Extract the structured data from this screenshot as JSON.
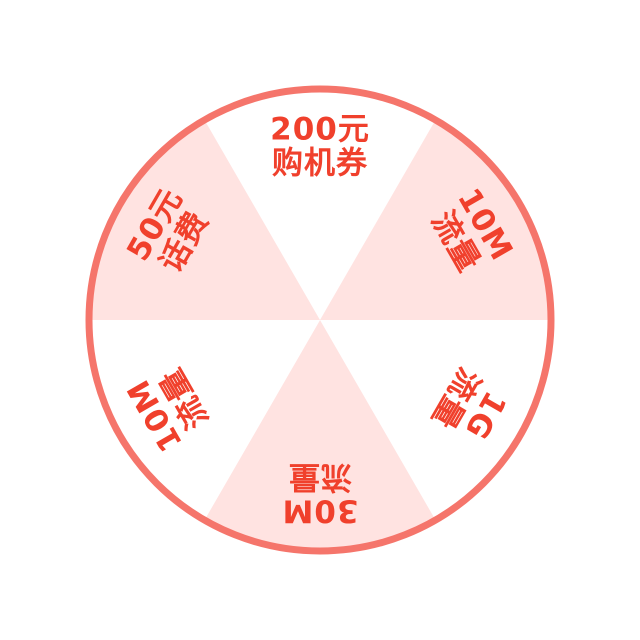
{
  "wheel": {
    "colors": {
      "rim": "#f5756b",
      "segment_light": "#ffffff",
      "segment_shaded": "#ffe3e1",
      "text": "#f0402c"
    },
    "prizes": [
      {
        "line1": "200元",
        "line2": "购机券",
        "shade": "light"
      },
      {
        "line1": "10M",
        "line2": "流量",
        "shade": "shaded"
      },
      {
        "line1": "1G",
        "line2": "流量",
        "shade": "light"
      },
      {
        "line1": "30M",
        "line2": "流量",
        "shade": "shaded"
      },
      {
        "line1": "10M",
        "line2": "流量",
        "shade": "light"
      },
      {
        "line1": "50元",
        "line2": "话费",
        "shade": "shaded"
      }
    ]
  }
}
